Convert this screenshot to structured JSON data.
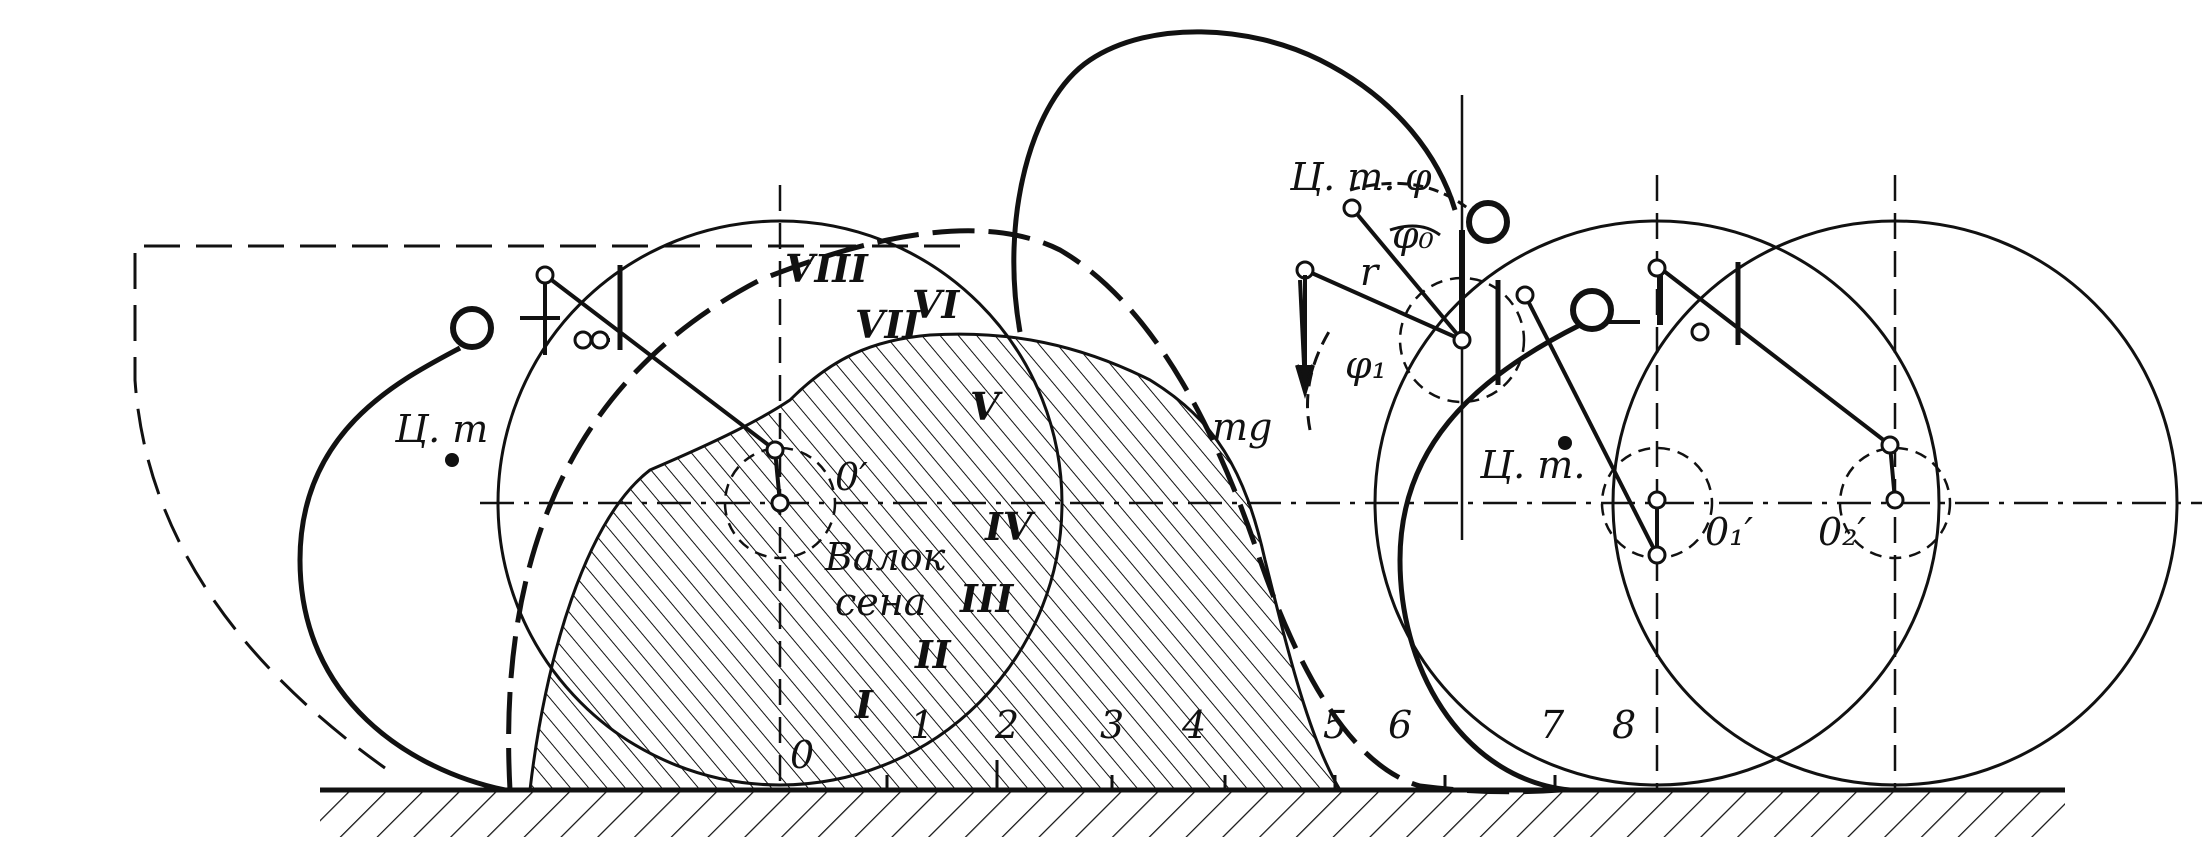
{
  "labels": {
    "ct_left": "Ц. т",
    "ct_top": "Ц. т.",
    "ct_right": "Ц. т.",
    "phi": "φ",
    "phi0": "φ₀",
    "phi1": "φ₁",
    "r": "r",
    "mg": "mg",
    "o_prime": "0′",
    "o1_prime": "0₁′",
    "o2_prime": "0₂′",
    "windrow_line1": "Валок",
    "windrow_line2": "сена"
  },
  "ground_ticks": [
    "0",
    "1",
    "2",
    "3",
    "4",
    "5",
    "6",
    "7",
    "8"
  ],
  "roman_marks": [
    "I",
    "II",
    "III",
    "IV",
    "V",
    "VI",
    "VII",
    "VIII"
  ],
  "colors": {
    "ink": "#111111",
    "paper": "#ffffff"
  }
}
